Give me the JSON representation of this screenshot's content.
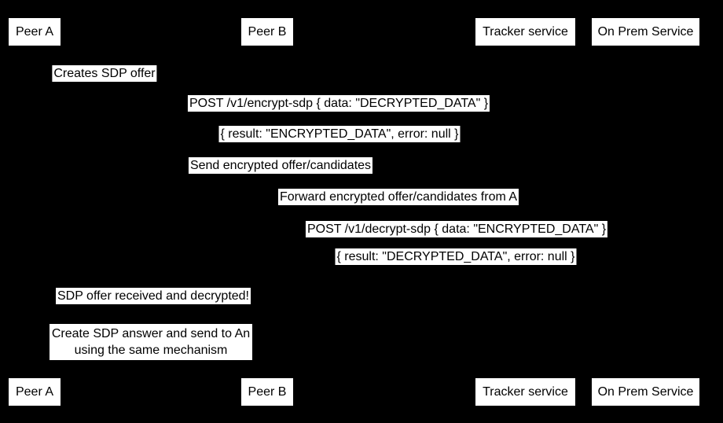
{
  "colors": {
    "background": "#000000",
    "box_fill": "#ffffff",
    "text": "#000000"
  },
  "participants": [
    {
      "label": "Peer A"
    },
    {
      "label": "Peer B"
    },
    {
      "label": "Tracker service"
    },
    {
      "label": "On Prem Service"
    }
  ],
  "events": [
    {
      "text": "Creates SDP offer"
    },
    {
      "text": "POST /v1/encrypt-sdp { data: \"DECRYPTED_DATA\" }"
    },
    {
      "text": "{ result: \"ENCRYPTED_DATA\", error: null }"
    },
    {
      "text": "Send encrypted offer/candidates"
    },
    {
      "text": "Forward encrypted offer/candidates from A"
    },
    {
      "text": "POST /v1/decrypt-sdp { data: \"ENCRYPTED_DATA\" }"
    },
    {
      "text": "{ result: \"DECRYPTED_DATA\", error: null }"
    },
    {
      "text": "SDP offer received and decrypted!"
    }
  ],
  "answer_note": {
    "line1": "Create SDP answer and send to An",
    "line2": "using the same mechanism"
  }
}
